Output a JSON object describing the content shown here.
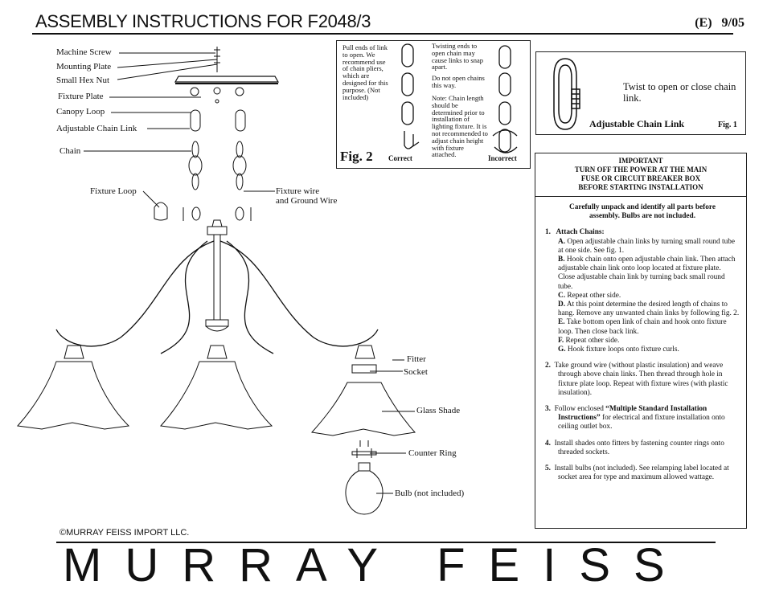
{
  "header": {
    "title": "ASSEMBLY INSTRUCTIONS FOR F2048/3",
    "code": "(E)",
    "date": "9/05"
  },
  "labels": {
    "machine_screw": "Machine Screw",
    "mounting_plate": "Mounting Plate",
    "small_hex_nut": "Small Hex Nut",
    "fixture_plate": "Fixture Plate",
    "canopy_loop": "Canopy Loop",
    "adjustable_chain_link": "Adjustable Chain Link",
    "chain": "Chain",
    "fixture_loop": "Fixture Loop",
    "fixture_wire_1": "Fixture wire",
    "fixture_wire_2": "and Ground Wire",
    "fitter": "Fitter",
    "socket": "Socket",
    "glass_shade": "Glass Shade",
    "counter_ring": "Counter Ring",
    "bulb": "Bulb (not included)"
  },
  "fig2": {
    "left_text": "Pull ends of link to open. We recommend use of chain pliers, which are designed for this purpose. (Not included)",
    "right_text_1": "Twisting ends to open chain may cause links to snap apart.",
    "right_text_2": "Do not open chains this way.",
    "right_text_3": "Note: Chain length should be determined prior to installation of lighting fixture. It is not recommended to adjust chain height with fixture attached.",
    "title": "Fig. 2",
    "correct": "Correct",
    "incorrect": "Incorrect"
  },
  "fig1": {
    "caption": "Twist to open or close chain link.",
    "label": "Adjustable Chain Link",
    "tag": "Fig. 1"
  },
  "important": {
    "l1": "IMPORTANT",
    "l2": "TURN OFF THE POWER AT THE MAIN",
    "l3": "FUSE OR CIRCUIT BREAKER BOX",
    "l4": "BEFORE STARTING INSTALLATION"
  },
  "instructions": {
    "intro": "Carefully unpack and identify all parts before assembly. Bulbs are not included.",
    "s1_num": "1.",
    "s1_title": "Attach Chains:",
    "s1a_k": "A.",
    "s1a": "Open adjustable chain links by turning small round tube at one side. See fig. 1.",
    "s1b_k": "B.",
    "s1b": "Hook chain onto open adjustable chain link. Then attach adjustable chain link onto loop located at fixture plate. Close adjustable chain link by turning back small round tube.",
    "s1c_k": "C.",
    "s1c": "Repeat other side.",
    "s1d_k": "D.",
    "s1d": "At this point determine the desired length of chains to hang. Remove any unwanted chain links by following fig. 2.",
    "s1e_k": "E.",
    "s1e": "Take bottom open link of chain and hook onto fixture loop. Then close back link.",
    "s1f_k": "F.",
    "s1f": "Repeat other side.",
    "s1g_k": "G.",
    "s1g": "Hook fixture loops onto fixture curls.",
    "s2_num": "2.",
    "s2": "Take ground wire (without plastic insulation) and weave through above chain links. Then thread through hole in fixture plate loop. Repeat with fixture wires (with plastic insulation).",
    "s3_num": "3.",
    "s3_pre": "Follow enclosed ",
    "s3_b": "“Multiple Standard Installation Instructions”",
    "s3_post": " for electrical and fixture installation onto ceiling outlet box.",
    "s4_num": "4.",
    "s4": "Install shades onto fitters by fastening counter rings onto threaded sockets.",
    "s5_num": "5.",
    "s5": "Install bulbs (not included). See relamping label located at socket area for type and maximum allowed wattage."
  },
  "footer": {
    "copyright": "©MURRAY FEISS IMPORT LLC.",
    "logo": "MURRAY FEISS"
  }
}
